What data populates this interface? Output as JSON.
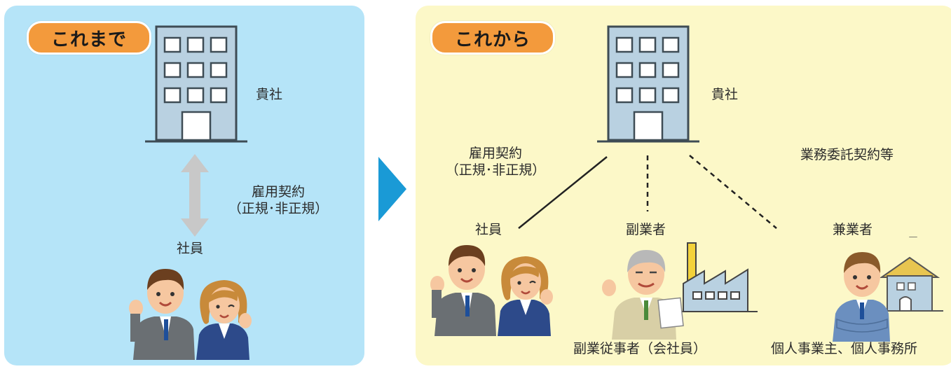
{
  "panels": {
    "before": {
      "title": "これまで",
      "company": "貴社",
      "contract_line1": "雇用契約",
      "contract_line2": "（正規･非正規）",
      "employee": "社員"
    },
    "after": {
      "title": "これから",
      "company": "貴社",
      "contract_line1": "雇用契約",
      "contract_line2": "（正規･非正規）",
      "outsourcing": "業務委託契約等",
      "employee": "社員",
      "side_job": "副業者",
      "side_job_caption": "副業従事者（会社員）",
      "dual_job": "兼業者",
      "dual_job_caption": "個人事業主、個人事務所"
    }
  },
  "colors": {
    "before_bg": "#b5e4f8",
    "after_bg": "#fcf8c8",
    "pill": "#f39a3c",
    "arrow": "#1a9ad6",
    "building": "#b9d1e1"
  }
}
